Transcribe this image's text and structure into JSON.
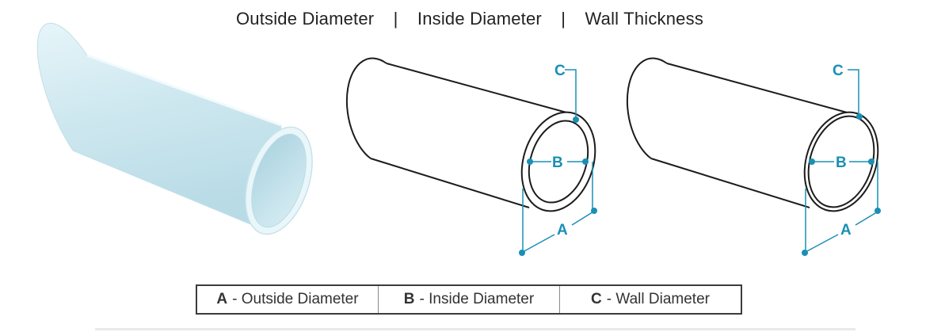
{
  "title": {
    "parts": [
      "Outside Diameter",
      "Inside Diameter",
      "Wall Thickness"
    ],
    "separator": "|"
  },
  "callouts": {
    "pipe2": {
      "c": "C",
      "b": "B",
      "a": "A"
    },
    "pipe3": {
      "c": "C",
      "b": "B",
      "a": "A"
    }
  },
  "legend": [
    {
      "key": "A",
      "text": "- Outside Diameter"
    },
    {
      "key": "B",
      "text": "- Inside Diameter"
    },
    {
      "key": "C",
      "text": "- Wall Diameter"
    }
  ],
  "colors": {
    "accent": "#1a8fb5",
    "pipe_fill": "#d6ecf2",
    "outline": "#1c1c1c"
  }
}
